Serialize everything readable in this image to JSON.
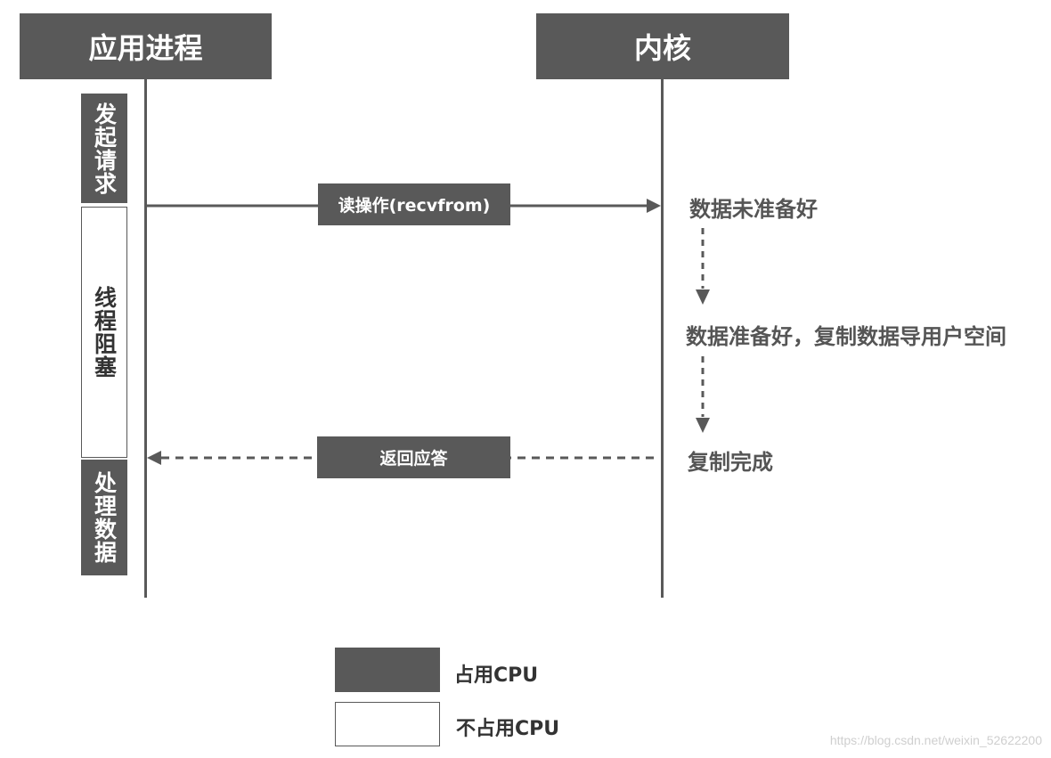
{
  "headers": {
    "app": "应用进程",
    "kernel": "内核"
  },
  "app_blocks": {
    "send_request": "发起请求",
    "thread_blocked": "线程阻塞",
    "process_data": "处理数据"
  },
  "messages": {
    "read_op": "读操作(recvfrom)",
    "reply": "返回应答"
  },
  "kernel_states": {
    "not_ready": "数据未准备好",
    "ready_copy": "数据准备好，复制数据导用户空间",
    "copy_done": "复制完成"
  },
  "legend": {
    "busy": "占用CPU",
    "free": "不占用CPU"
  },
  "watermark": "https://blog.csdn.net/weixin_52622200",
  "colors": {
    "dark": "#595959",
    "text": "#555555"
  }
}
